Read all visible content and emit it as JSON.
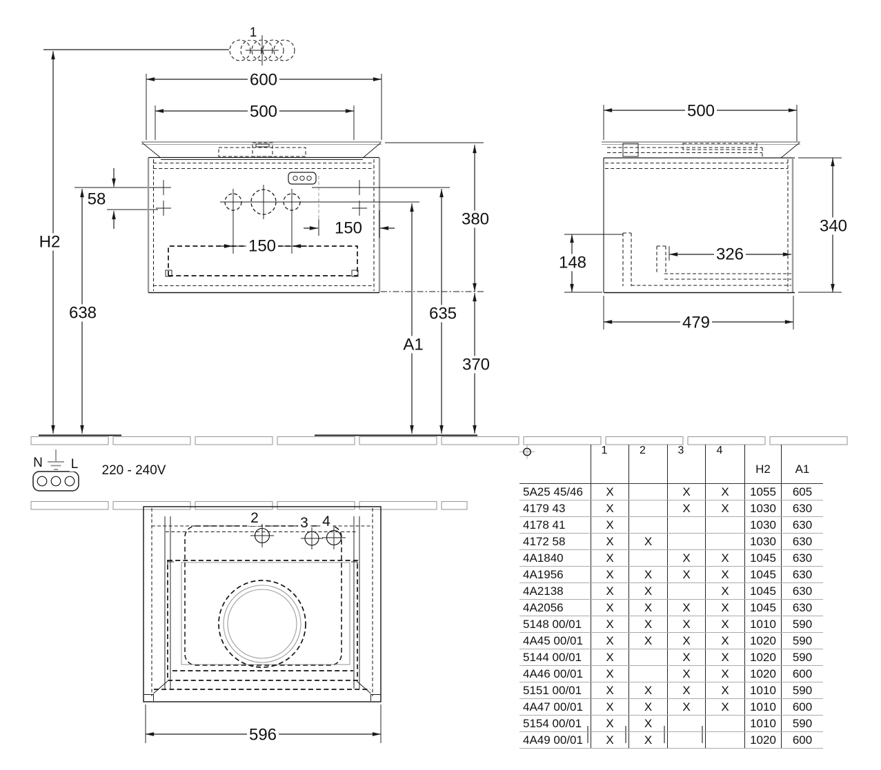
{
  "drawing": {
    "front_view": {
      "position_symbol_label": "1",
      "width_top": "600",
      "width_basin": "500",
      "height_ref": "H2",
      "hole_offset": "58",
      "mount_height": "638",
      "spacing_center": "150",
      "spacing_right": "150",
      "cabinet_height": "380",
      "line_height": "635",
      "basin_ref": "A1",
      "clearance": "370"
    },
    "side_view": {
      "depth": "500",
      "height": "340",
      "rear_height": "148",
      "inner_depth": "326",
      "base_depth": "479"
    },
    "top_view": {
      "hole2": "2",
      "hole3": "3",
      "hole4": "4",
      "width": "596"
    },
    "electrical": {
      "neutral": "N",
      "live": "L",
      "voltage": "220 - 240V"
    }
  },
  "table": {
    "x_mark": "X",
    "columns": [
      "1",
      "2",
      "3",
      "4",
      "H2",
      "A1"
    ],
    "rows": [
      {
        "model": "5A25 45/46",
        "holes": [
          true,
          false,
          true,
          true
        ],
        "h2": "1055",
        "a1": "605"
      },
      {
        "model": "4179 43",
        "holes": [
          true,
          false,
          true,
          true
        ],
        "h2": "1030",
        "a1": "630"
      },
      {
        "model": "4178 41",
        "holes": [
          true,
          false,
          false,
          false
        ],
        "h2": "1030",
        "a1": "630"
      },
      {
        "model": "4172 58",
        "holes": [
          true,
          true,
          false,
          false
        ],
        "h2": "1030",
        "a1": "630"
      },
      {
        "model": "4A1840",
        "holes": [
          true,
          false,
          true,
          true
        ],
        "h2": "1045",
        "a1": "630"
      },
      {
        "model": "4A1956",
        "holes": [
          true,
          true,
          true,
          true
        ],
        "h2": "1045",
        "a1": "630"
      },
      {
        "model": "4A2138",
        "holes": [
          true,
          true,
          false,
          true
        ],
        "h2": "1045",
        "a1": "630"
      },
      {
        "model": "4A2056",
        "holes": [
          true,
          true,
          true,
          true
        ],
        "h2": "1045",
        "a1": "630"
      },
      {
        "model": "5148 00/01",
        "holes": [
          true,
          true,
          true,
          true
        ],
        "h2": "1010",
        "a1": "590"
      },
      {
        "model": "4A45 00/01",
        "holes": [
          true,
          true,
          true,
          true
        ],
        "h2": "1020",
        "a1": "590"
      },
      {
        "model": "5144 00/01",
        "holes": [
          true,
          false,
          true,
          true
        ],
        "h2": "1020",
        "a1": "590"
      },
      {
        "model": "4A46 00/01",
        "holes": [
          true,
          false,
          true,
          true
        ],
        "h2": "1020",
        "a1": "600"
      },
      {
        "model": "5151 00/01",
        "holes": [
          true,
          true,
          true,
          true
        ],
        "h2": "1010",
        "a1": "590"
      },
      {
        "model": "4A47 00/01",
        "holes": [
          true,
          true,
          true,
          true
        ],
        "h2": "1010",
        "a1": "600"
      },
      {
        "model": "5154 00/01",
        "holes": [
          true,
          true,
          false,
          false
        ],
        "h2": "1010",
        "a1": "590"
      },
      {
        "model": "4A49 00/01",
        "holes": [
          true,
          true,
          false,
          false
        ],
        "h2": "1020",
        "a1": "600"
      }
    ]
  }
}
